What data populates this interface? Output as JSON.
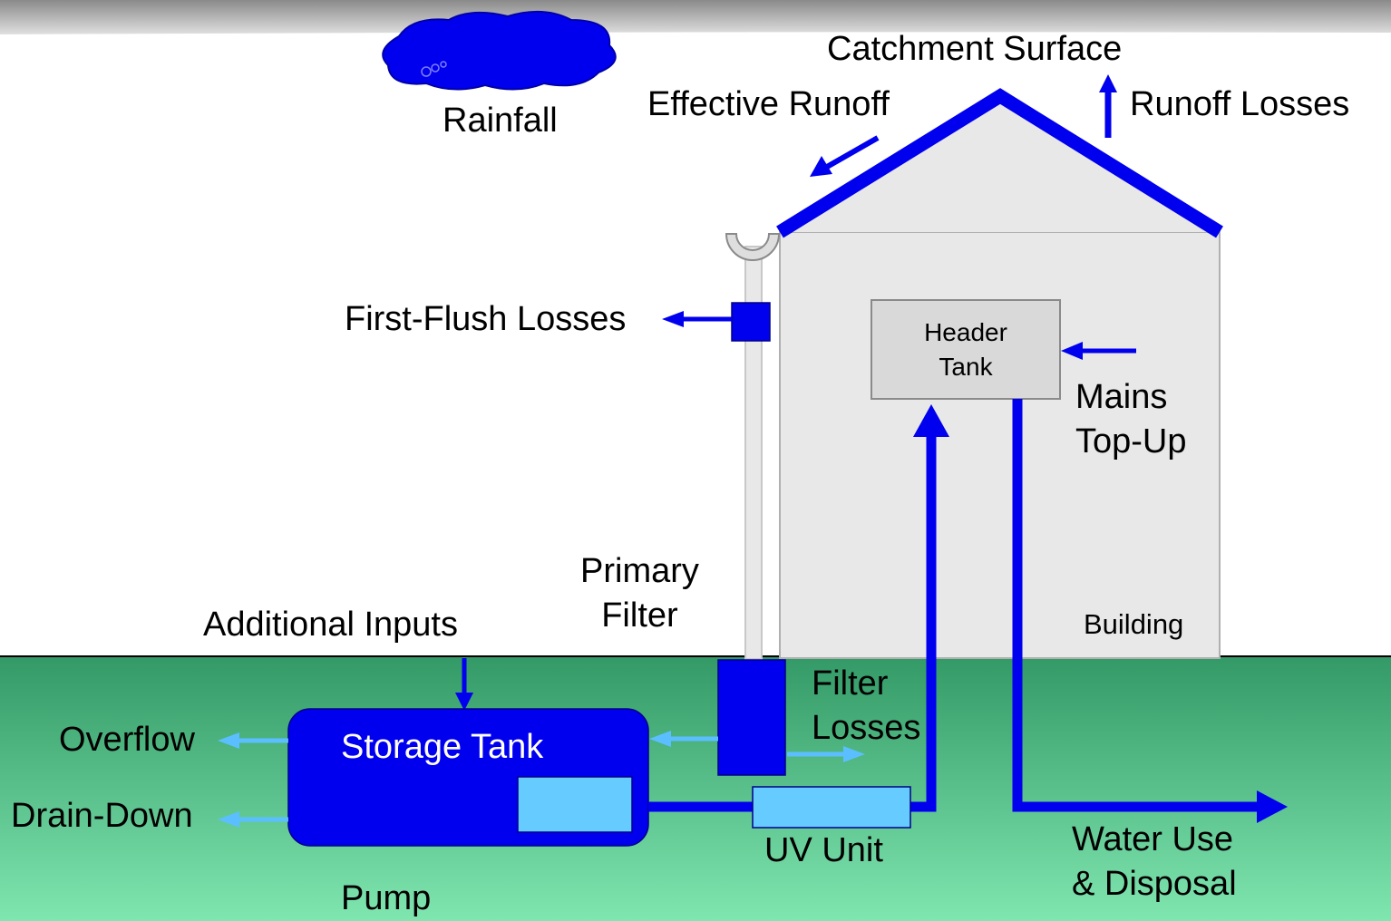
{
  "labels": {
    "catchment_surface": "Catchment Surface",
    "rainfall": "Rainfall",
    "effective_runoff": "Effective Runoff",
    "runoff_losses": "Runoff Losses",
    "first_flush_losses": "First-Flush Losses",
    "header_tank_line1": "Header",
    "header_tank_line2": "Tank",
    "mains_line1": "Mains",
    "mains_line2": "Top-Up",
    "primary_filter_line1": "Primary",
    "primary_filter_line2": "Filter",
    "additional_inputs": "Additional Inputs",
    "building": "Building",
    "filter_losses_line1": "Filter",
    "filter_losses_line2": "Losses",
    "overflow": "Overflow",
    "storage_tank": "Storage Tank",
    "drain_down": "Drain-Down",
    "uv_unit": "UV Unit",
    "water_use_line1": "Water Use",
    "water_use_line2": "& Disposal",
    "pump": "Pump"
  },
  "colors": {
    "flow_blue": "#0000ee",
    "light_flow_blue": "#5bbfff",
    "ground_top": "#339966",
    "ground_bottom": "#80e6b0",
    "building_fill": "#e8e8e8",
    "tank_light": "#66ccff"
  }
}
